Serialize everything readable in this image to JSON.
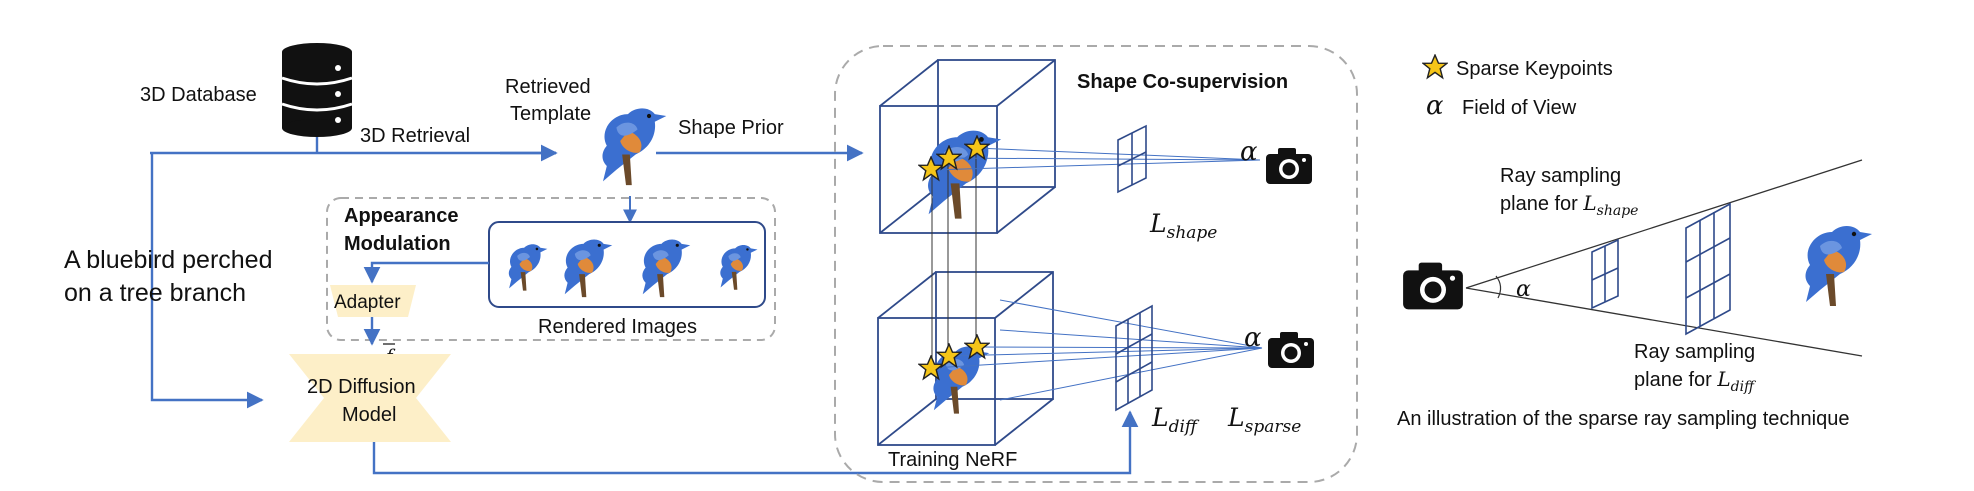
{
  "colors": {
    "arrow": "#4472c4",
    "cube": "#2f4a8a",
    "box_dashed": "#aaaaaa",
    "adapter_fill": "#fdefc8",
    "star_fill": "#f5c518",
    "star_stroke": "#222222",
    "bird_blue": "#3b6fd0",
    "bird_orange": "#e08a3a"
  },
  "icons": [
    "database-icon",
    "camera-icon",
    "star-icon",
    "bird-image",
    "grid-plane-icon"
  ],
  "legend": {
    "keypoints": "Sparse Keypoints",
    "alpha_symbol": "α",
    "fov": "Field of View"
  },
  "left": {
    "database": "3D Database",
    "retrieval": "3D Retrieval",
    "template_line1": "Retrieved",
    "template_line2": "Template",
    "shape_prior": "Shape Prior",
    "prompt_line1": "A bluebird perched",
    "prompt_line2": "on a tree branch",
    "appearance_line1": "Appearance",
    "appearance_line2": "Modulation",
    "adapter": "Adapter",
    "f_symbol": "f",
    "rendered": "Rendered Images",
    "diffusion_line1": "2D Diffusion",
    "diffusion_line2": "Model"
  },
  "middle": {
    "title": "Shape Co-supervision",
    "alpha_top": "α",
    "alpha_bottom": "α",
    "l_shape": "L",
    "l_shape_sub": "shape",
    "l_diff": "L",
    "l_diff_sub": "diff",
    "l_sparse": "L",
    "l_sparse_sub": "sparse",
    "nerf": "Training NeRF"
  },
  "right": {
    "ray_shape_line1": "Ray sampling",
    "ray_shape_line2": "plane for ",
    "ray_shape_L": "L",
    "ray_shape_sub": "shape",
    "alpha": "α",
    "ray_diff_line1": "Ray sampling",
    "ray_diff_line2": "plane for ",
    "ray_diff_L": "L",
    "ray_diff_sub": "diff",
    "caption": "An illustration of the sparse ray sampling technique"
  }
}
